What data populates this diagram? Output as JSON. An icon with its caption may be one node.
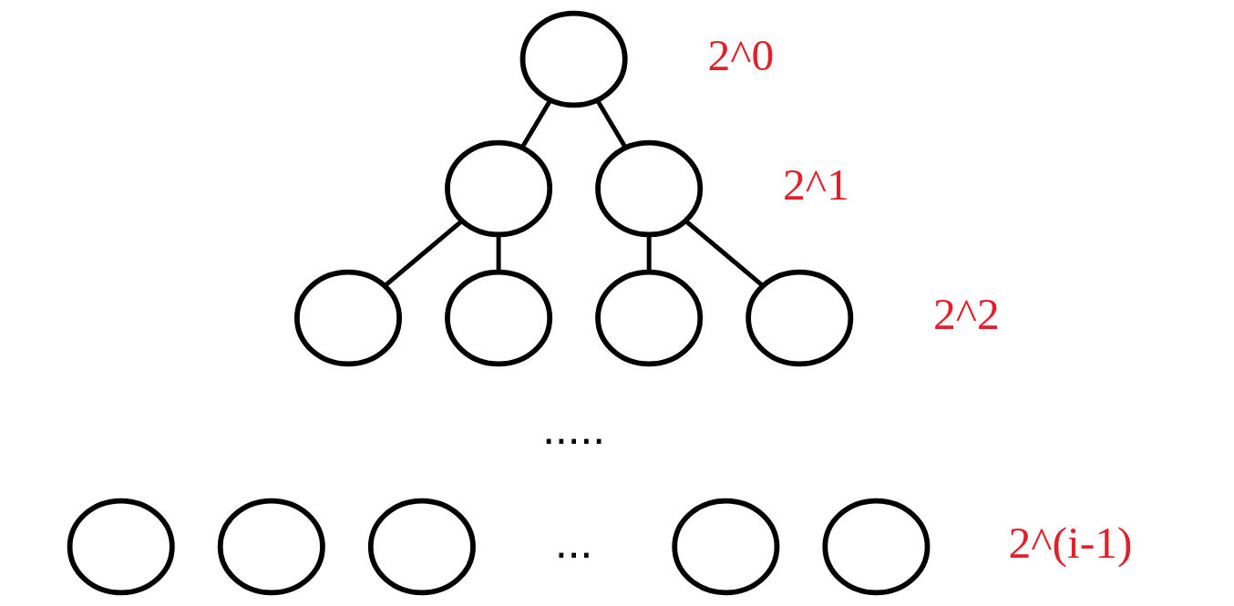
{
  "diagram": {
    "nodes": [
      {
        "text": [],
        "shape": "circle"
      },
      {
        "text": [],
        "shape": "circle"
      },
      {
        "text": [],
        "shape": "circle"
      },
      {
        "text": [],
        "shape": "circle"
      },
      {
        "text": [],
        "shape": "circle"
      },
      {
        "text": [],
        "shape": "circle"
      },
      {
        "text": [],
        "shape": "circle"
      },
      {
        "text": [],
        "shape": "circle"
      },
      {
        "text": [],
        "shape": "circle"
      },
      {
        "text": [],
        "shape": "circle"
      },
      {
        "text": [],
        "shape": "circle"
      },
      {
        "text": [],
        "shape": "circle"
      }
    ],
    "edges": [
      {
        "from": 0,
        "to": 1,
        "arrow": "none"
      },
      {
        "from": 0,
        "to": 2,
        "arrow": "none"
      },
      {
        "from": 1,
        "to": 3,
        "arrow": "none"
      },
      {
        "from": 1,
        "to": 4,
        "arrow": "none"
      },
      {
        "from": 2,
        "to": 5,
        "arrow": "none"
      },
      {
        "from": 2,
        "to": 6,
        "arrow": "none"
      }
    ],
    "labels": [
      "2^0",
      "2^1",
      "2^2",
      ".....",
      "...",
      "2^(i-1)"
    ]
  }
}
